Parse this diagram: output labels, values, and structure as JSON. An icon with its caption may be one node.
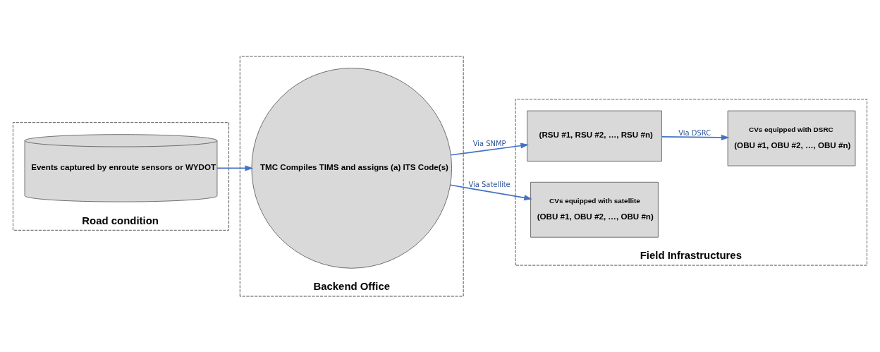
{
  "diagram": {
    "nodes": [
      {
        "text": [
          "Road condition"
        ]
      },
      {
        "text": [
          "Events captured by enroute sensors or WYDOT"
        ],
        "in": 0
      },
      {
        "text": [
          "Backend Office"
        ]
      },
      {
        "text": [
          "TMC Compiles TIMS and assigns (a) ITS Code(s)"
        ],
        "in": 2
      },
      {
        "text": [
          "Field Infrastructures"
        ]
      },
      {
        "text": [
          "(RSU #1, RSU #2, …, RSU #n)"
        ],
        "in": 4
      },
      {
        "text": [
          "CVs equipped with satellite",
          "(OBU #1, OBU #2, …, OBU #n)"
        ],
        "in": 4
      },
      {
        "text": [
          "CVs equipped with DSRC",
          "(OBU #1, OBU #2, …, OBU #n)"
        ],
        "in": 4
      }
    ],
    "edges": [
      {
        "from": 1,
        "to": 3,
        "arrow": "to"
      },
      {
        "from": 3,
        "to": 5,
        "arrow": "to",
        "label": "Via SNMP"
      },
      {
        "from": 3,
        "to": 6,
        "arrow": "to",
        "label": "Via Satellite"
      },
      {
        "from": 5,
        "to": 7,
        "arrow": "to",
        "label": "Via DSRC"
      }
    ]
  }
}
